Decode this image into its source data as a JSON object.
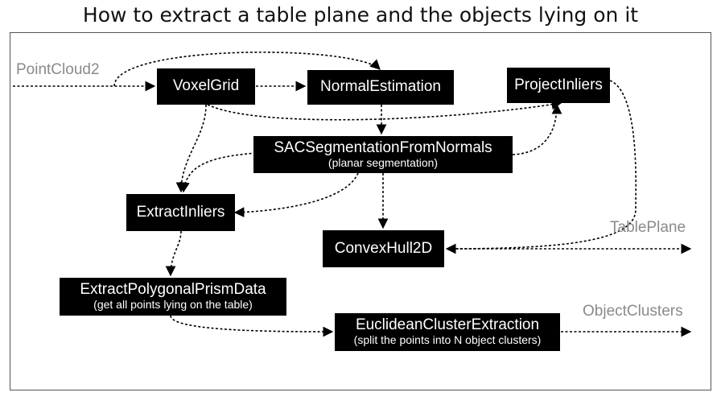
{
  "title": "How to extract a table plane and the objects lying on it",
  "inputs": {
    "pointcloud": "PointCloud2"
  },
  "outputs": {
    "tableplane": "TablePlane",
    "objectclusters": "ObjectClusters"
  },
  "nodes": {
    "voxelgrid": {
      "label": "VoxelGrid"
    },
    "normalestimation": {
      "label": "NormalEstimation"
    },
    "projectinliers": {
      "label": "ProjectInliers"
    },
    "sacseg": {
      "label": "SACSegmentationFromNormals",
      "sublabel": "(planar segmentation)"
    },
    "extractinliers": {
      "label": "ExtractInliers"
    },
    "convexhull": {
      "label": "ConvexHull2D"
    },
    "prism": {
      "label": "ExtractPolygonalPrismData",
      "sublabel": "(get all points lying on the table)"
    },
    "euclid": {
      "label": "EuclideanClusterExtraction",
      "sublabel": "(split the points into N object clusters)"
    }
  },
  "edges": [
    {
      "from": "PointCloud2",
      "to": "VoxelGrid"
    },
    {
      "from": "PointCloud2",
      "to": "NormalEstimation"
    },
    {
      "from": "VoxelGrid",
      "to": "NormalEstimation"
    },
    {
      "from": "VoxelGrid",
      "to": "ProjectInliers"
    },
    {
      "from": "VoxelGrid",
      "to": "ExtractInliers"
    },
    {
      "from": "NormalEstimation",
      "to": "SACSegmentationFromNormals"
    },
    {
      "from": "SACSegmentationFromNormals",
      "to": "ProjectInliers"
    },
    {
      "from": "SACSegmentationFromNormals",
      "to": "ExtractInliers"
    },
    {
      "from": "SACSegmentationFromNormals",
      "to": "ConvexHull2D"
    },
    {
      "from": "ProjectInliers",
      "to": "ConvexHull2D"
    },
    {
      "from": "ConvexHull2D",
      "to": "TablePlane"
    },
    {
      "from": "ExtractInliers",
      "to": "ExtractPolygonalPrismData"
    },
    {
      "from": "ExtractPolygonalPrismData",
      "to": "EuclideanClusterExtraction"
    },
    {
      "from": "EuclideanClusterExtraction",
      "to": "ObjectClusters"
    }
  ]
}
